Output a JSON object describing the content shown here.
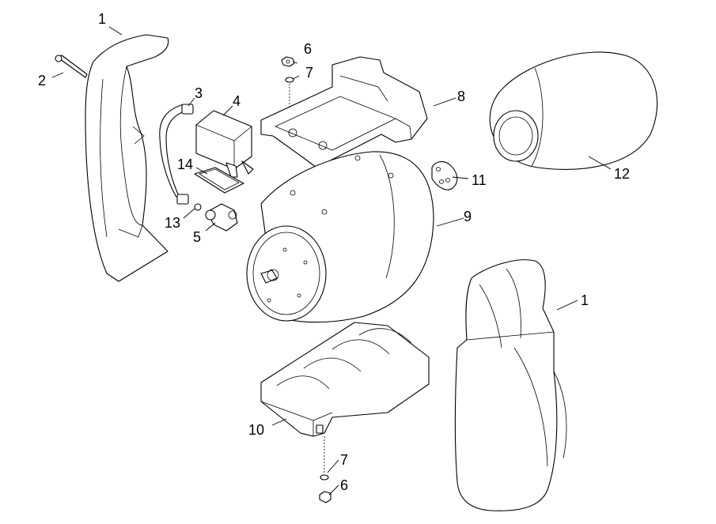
{
  "diagram": {
    "title": "Pump tank assembly exploded view",
    "callouts": [
      {
        "id": "c1a",
        "label": "1"
      },
      {
        "id": "c2",
        "label": "2"
      },
      {
        "id": "c3",
        "label": "3"
      },
      {
        "id": "c4",
        "label": "4"
      },
      {
        "id": "c5",
        "label": "5"
      },
      {
        "id": "c6a",
        "label": "6"
      },
      {
        "id": "c7a",
        "label": "7"
      },
      {
        "id": "c8",
        "label": "8"
      },
      {
        "id": "c9",
        "label": "9"
      },
      {
        "id": "c10",
        "label": "10"
      },
      {
        "id": "c11",
        "label": "11"
      },
      {
        "id": "c12",
        "label": "12"
      },
      {
        "id": "c13",
        "label": "13"
      },
      {
        "id": "c14",
        "label": "14"
      },
      {
        "id": "c1b",
        "label": "1"
      },
      {
        "id": "c7b",
        "label": "7"
      },
      {
        "id": "c6b",
        "label": "6"
      }
    ]
  }
}
